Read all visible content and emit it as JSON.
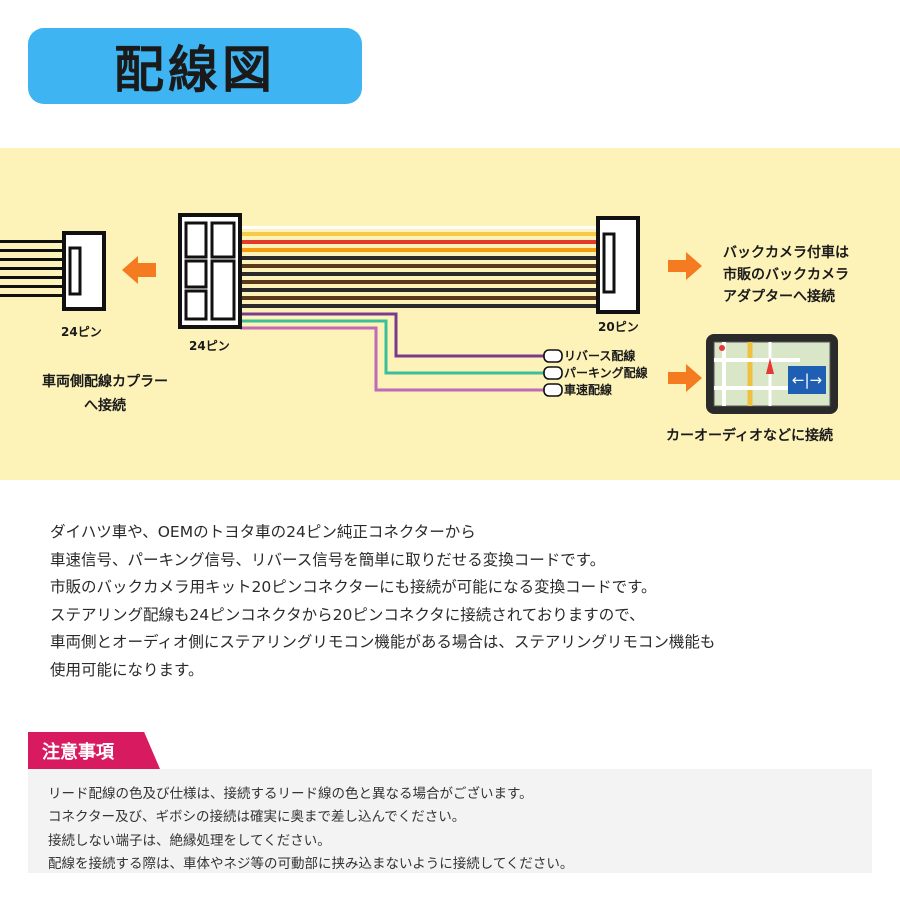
{
  "title": "配線図",
  "diagram": {
    "left_connector_label": "24ピン",
    "middle_connector_label": "24ピン",
    "right_connector_label": "20ピン",
    "vehicle_side_label": [
      "車両側配線カプラー",
      "へ接続"
    ],
    "camera_label": [
      "バックカメラ付車は",
      "市販のバックカメラ",
      "アダプターへ接続"
    ],
    "lead_labels": [
      "リバース配線",
      "パーキング配線",
      "車速配線"
    ],
    "audio_label": "カーオーディオなどに接続",
    "colors": {
      "band": "#fdf3b8",
      "arrow": "#f47b20",
      "connector_outline": "#111111",
      "reverse_wire": "#7a3b8f",
      "parking_wire": "#3bbf9a",
      "speed_wire": "#c06ab8",
      "bundle_wires": [
        "#ffffff",
        "#f7c948",
        "#e23a2a",
        "#f39c12",
        "#2b2b2b",
        "#5a3a1a",
        "#2b2b2b",
        "#5a3a1a",
        "#2b2b2b",
        "#5a3a1a",
        "#2b2b2b"
      ]
    },
    "icons": [
      "arrow-left-icon",
      "arrow-right-icon",
      "navigation-screen-icon"
    ]
  },
  "description": [
    "ダイハツ車や、OEMのトヨタ車の24ピン純正コネクターから",
    "車速信号、パーキング信号、リバース信号を簡単に取りだせる変換コードです。",
    "市販のバックカメラ用キット20ピンコネクターにも接続が可能になる変換コードです。",
    "ステアリング配線も24ピンコネクタから20ピンコネクタに接続されておりますので、",
    "車両側とオーディオ側にステアリングリモコン機能がある場合は、ステアリングリモコン機能も",
    "使用可能になります。"
  ],
  "notice": {
    "heading": "注意事項",
    "items": [
      "リード配線の色及び仕様は、接続するリード線の色と異なる場合がございます。",
      "コネクター及び、ギボシの接続は確実に奥まで差し込んでください。",
      "接続しない端子は、絶縁処理をしてください。",
      "配線を接続する際は、車体やネジ等の可動部に挟み込まないように接続してください。"
    ]
  }
}
